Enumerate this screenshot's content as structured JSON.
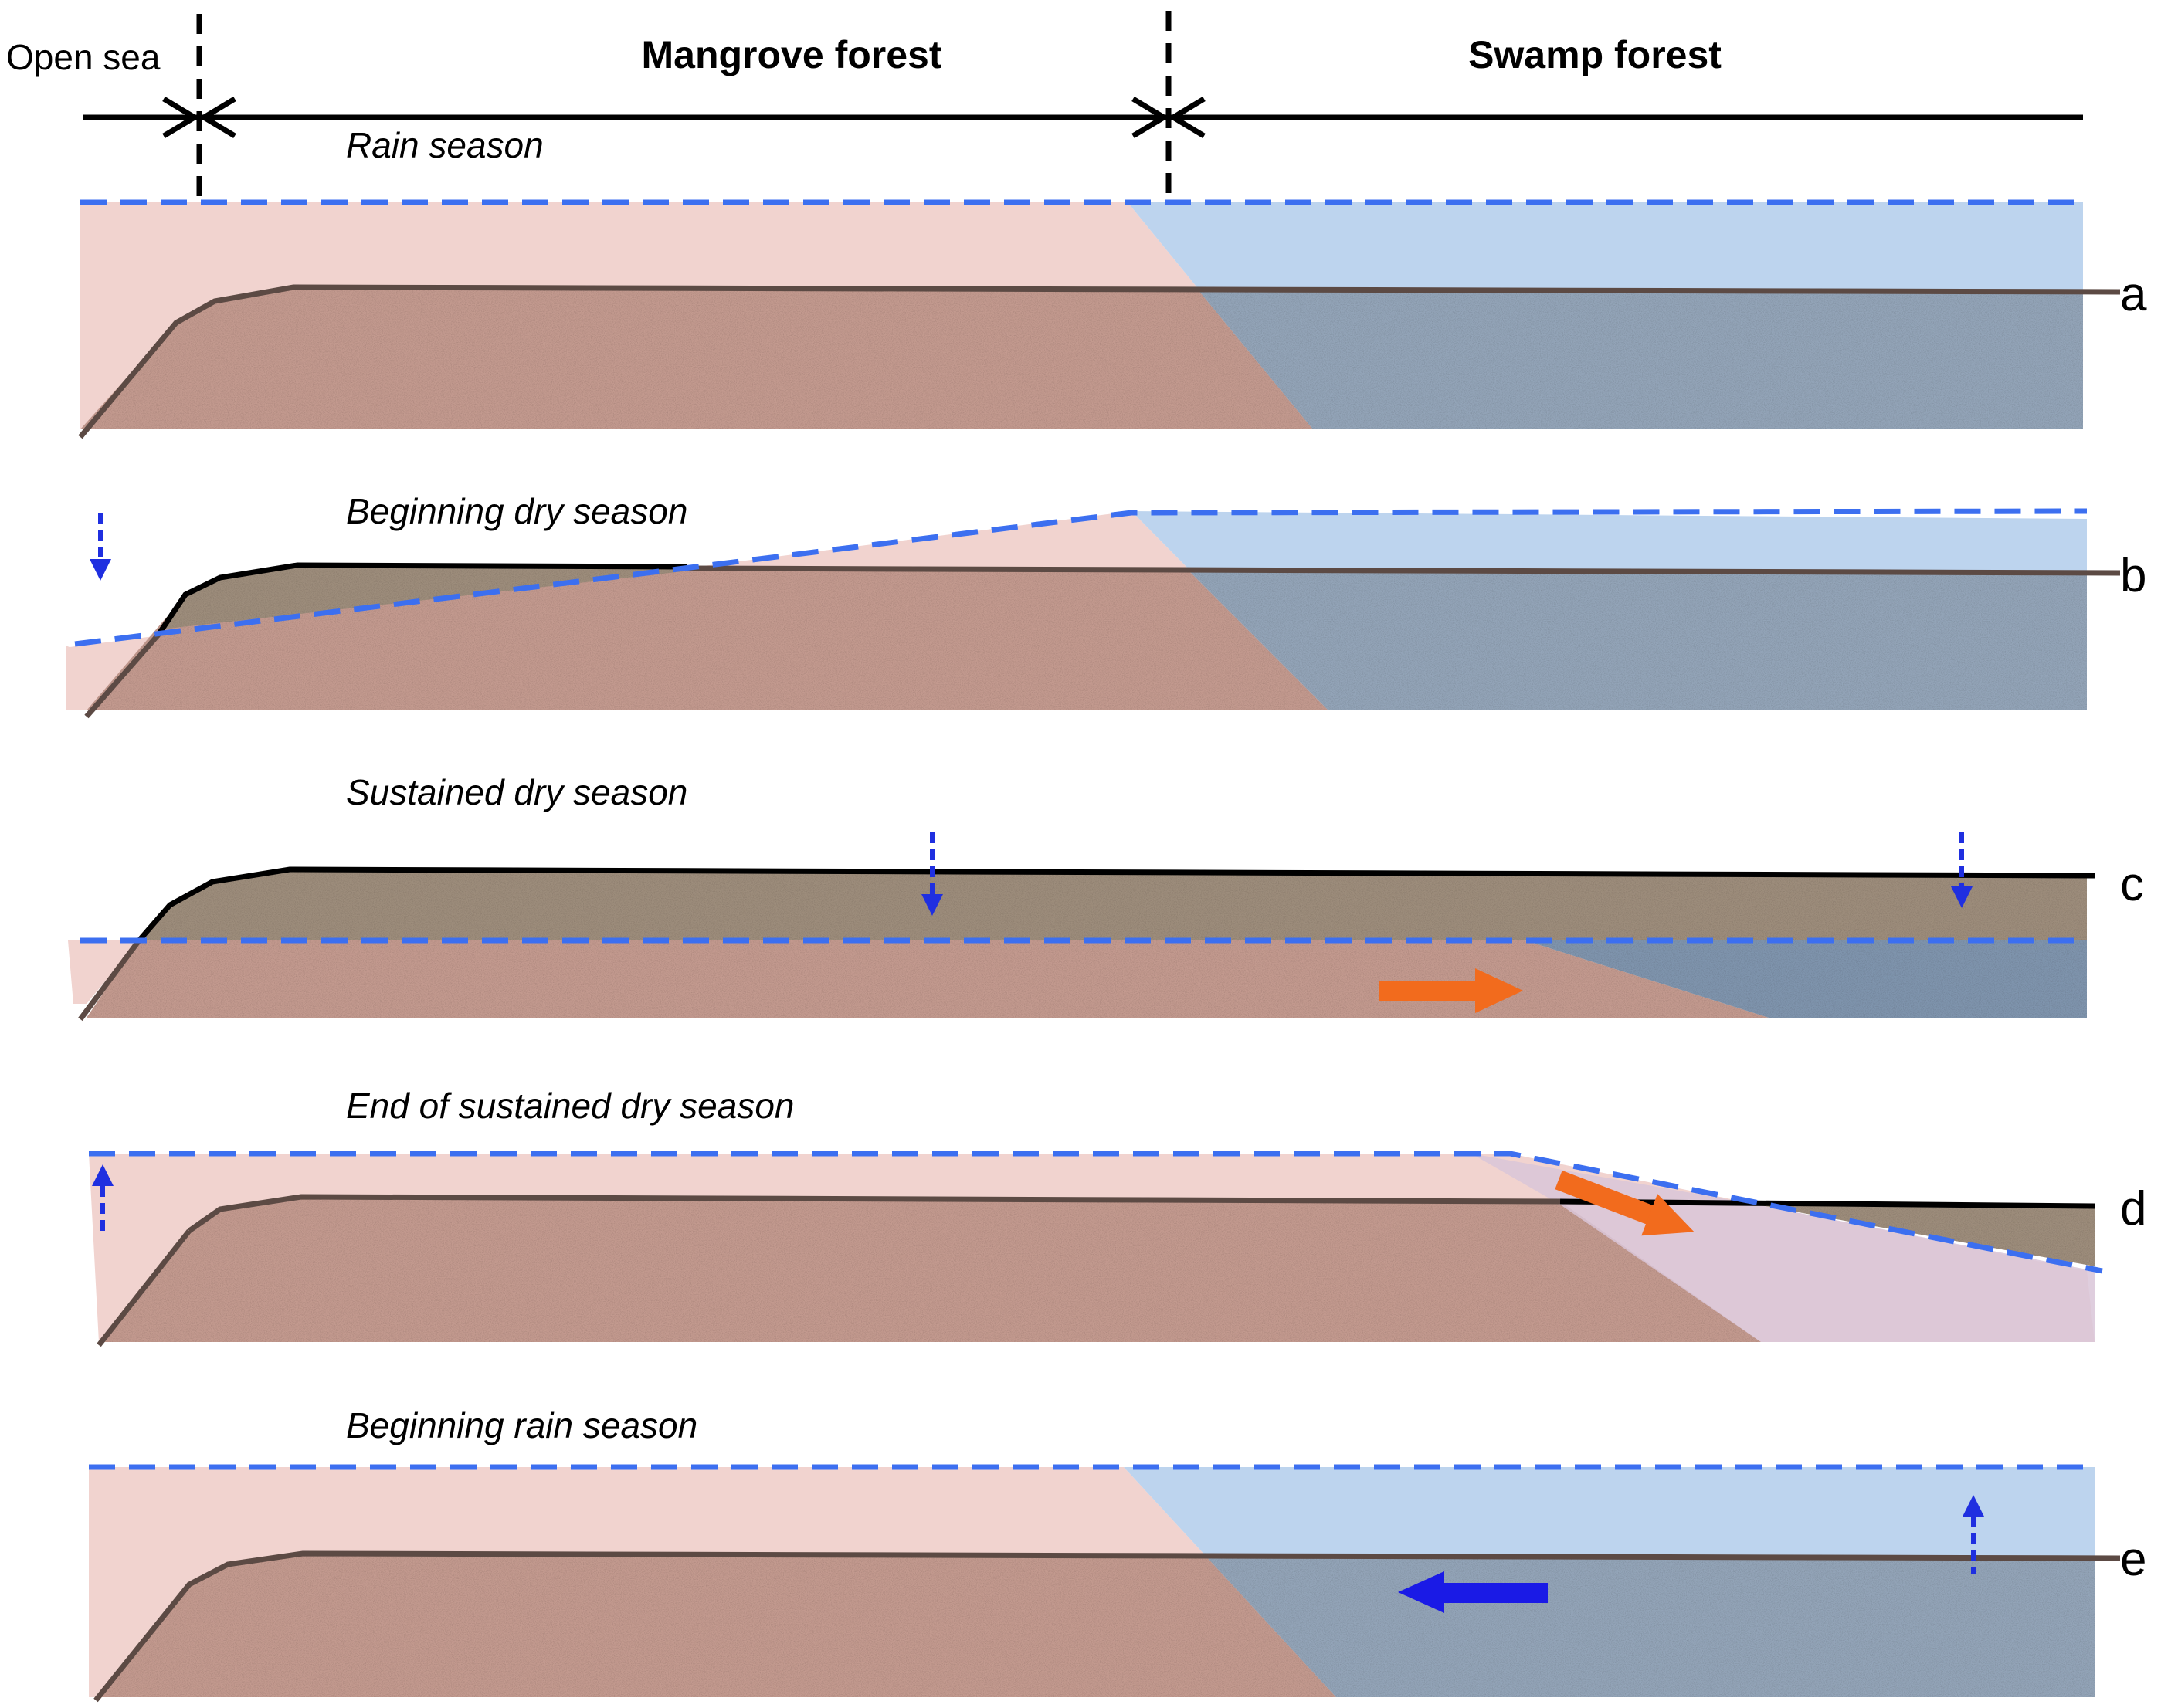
{
  "header": {
    "open_sea": "Open sea",
    "mangrove": "Mangrove forest",
    "swamp": "Swamp forest"
  },
  "panels": [
    {
      "letter": "a",
      "caption": "Rain season"
    },
    {
      "letter": "b",
      "caption": "Beginning dry season"
    },
    {
      "letter": "c",
      "caption": "Sustained  dry season"
    },
    {
      "letter": "d",
      "caption": "End of sustained dry season"
    },
    {
      "letter": "e",
      "caption": "Beginning rain season"
    }
  ],
  "colors": {
    "saline_water": "#f1d3cf",
    "fresh_water": "#bdd4ee",
    "saline_sediment": "#c39a8f",
    "fresh_sediment": "#93a4b8",
    "dry_sediment": "#9d8d7c",
    "water_table_line": "#3c6ff0",
    "ground_line": "#000000",
    "flow_arrow_orange": "#f26b1d",
    "flow_arrow_blue": "#1a1ae6",
    "level_arrow": "#1f2fe0"
  },
  "icons": {
    "level_down": "down-arrow-icon",
    "level_up": "up-arrow-icon",
    "flow_right": "right-arrow-icon",
    "flow_left": "left-arrow-icon"
  }
}
